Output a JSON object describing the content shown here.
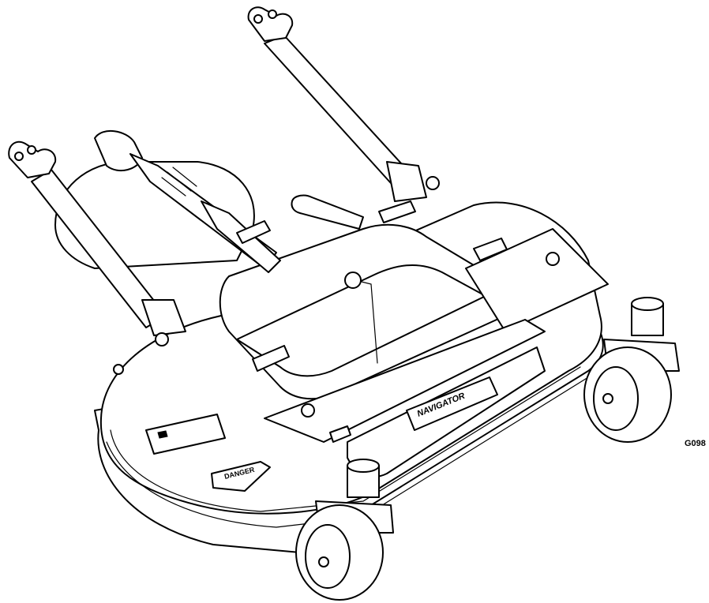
{
  "figure": {
    "id_label": "G098",
    "subject": "mower-deck-line-drawing"
  },
  "decals": {
    "danger": "DANGER",
    "brand": "NAVIGATOR"
  },
  "colors": {
    "line": "#000000",
    "background": "#ffffff"
  }
}
